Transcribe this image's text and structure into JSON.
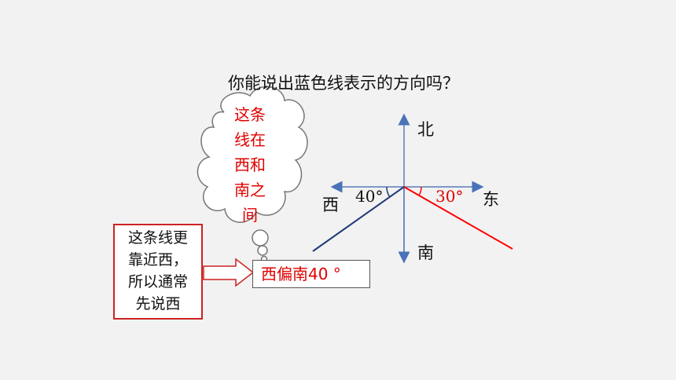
{
  "question": "你能说出蓝色线表示的方向吗？",
  "compass": {
    "north": "北",
    "south": "南",
    "west": "西",
    "east": "东"
  },
  "angles": {
    "blue": "40°",
    "red": "30°"
  },
  "cloud": {
    "lines": [
      "这条",
      "线在",
      "西和",
      "南之",
      "间"
    ]
  },
  "note": {
    "lines": [
      "这条线更",
      "靠近西，",
      "所以通常",
      "先说西"
    ]
  },
  "answer": "西偏南40 °",
  "colors": {
    "blue_line": "#1f3a78",
    "red_line": "#ff0000",
    "axis": "#5b7db8",
    "note_border": "#cc2222",
    "answer_text": "#e00000"
  }
}
